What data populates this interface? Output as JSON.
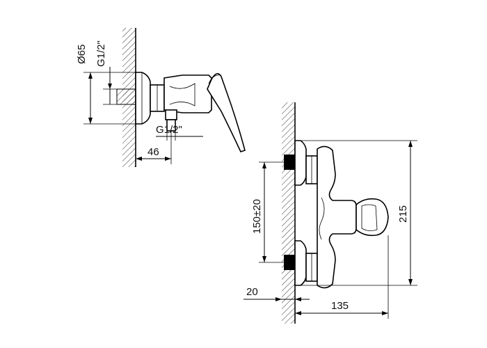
{
  "side_view": {
    "dia_label": "Ø65",
    "thread_top_label": "G1/2\"",
    "thread_bottom_label": "G1/2\"",
    "depth_label": "46"
  },
  "front_view": {
    "center_distance_label": "150±20",
    "height_label": "215",
    "eccentric_label": "20",
    "projection_label": "135"
  },
  "colors": {
    "line": "#000000",
    "background": "#ffffff"
  }
}
